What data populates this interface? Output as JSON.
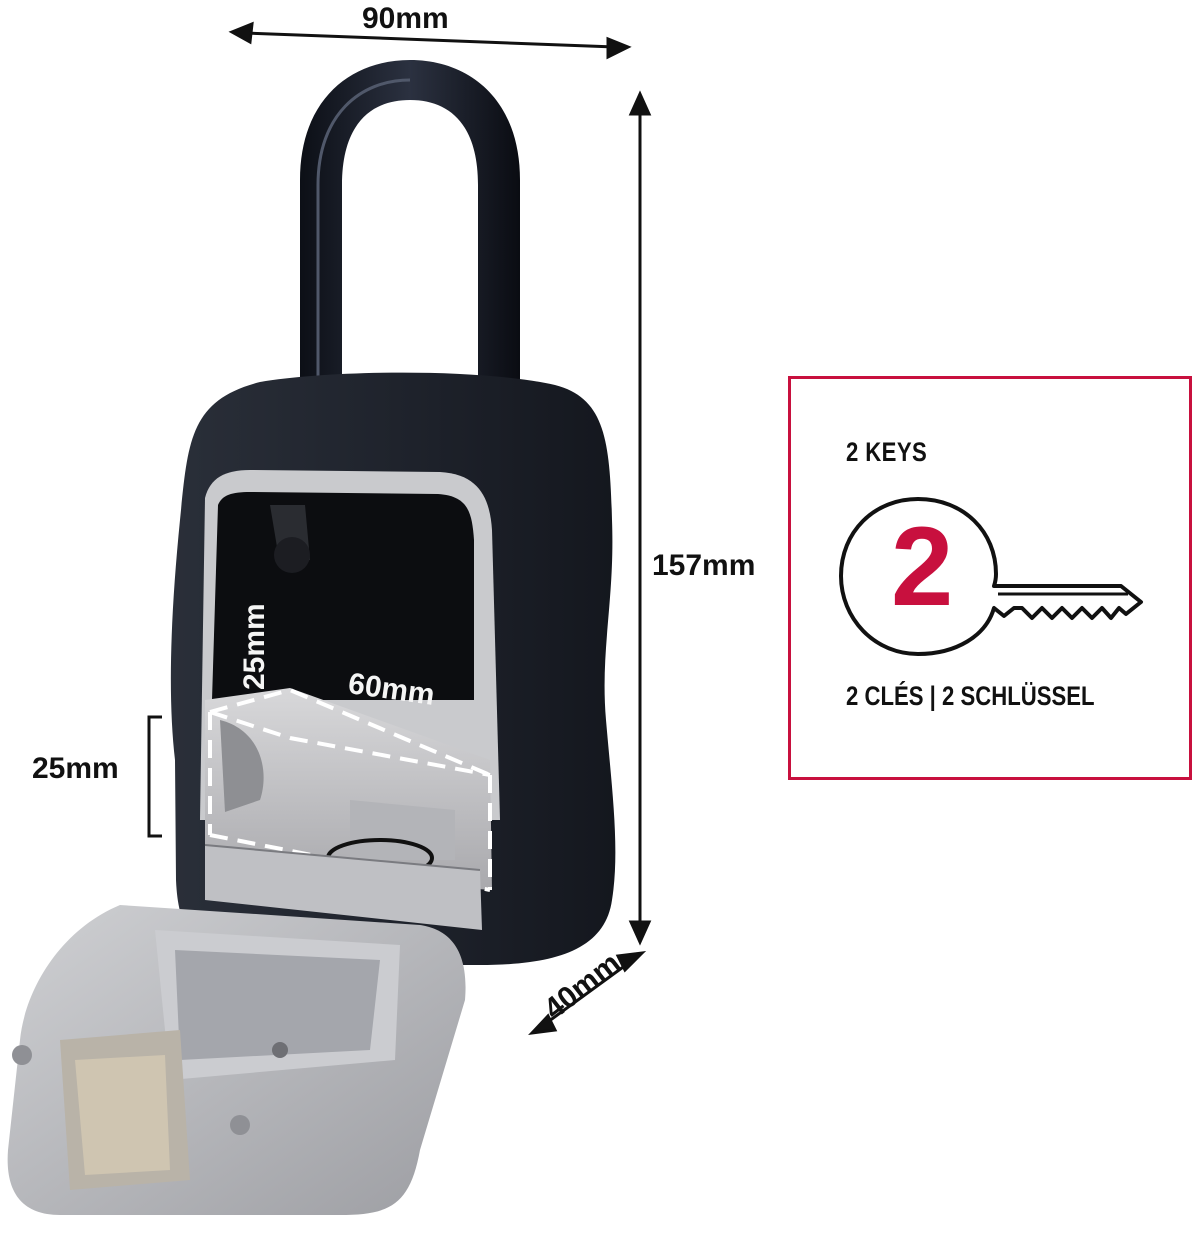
{
  "dimensions": {
    "width": "90mm",
    "height": "157mm",
    "depth": "40mm",
    "compartment_height_side": "25mm",
    "compartment_height_inner": "25mm",
    "compartment_width": "60mm"
  },
  "keys_panel": {
    "title": "2 KEYS",
    "count": "2",
    "subtitle": "2 CLÉS | 2 SCHLÜSSEL",
    "accent_color": "#c8103e",
    "icon": "key-icon"
  },
  "product": {
    "icon": "key-lock-box-illustration",
    "body_color": "#1f232b",
    "interior_color": "#c9c9cb"
  }
}
